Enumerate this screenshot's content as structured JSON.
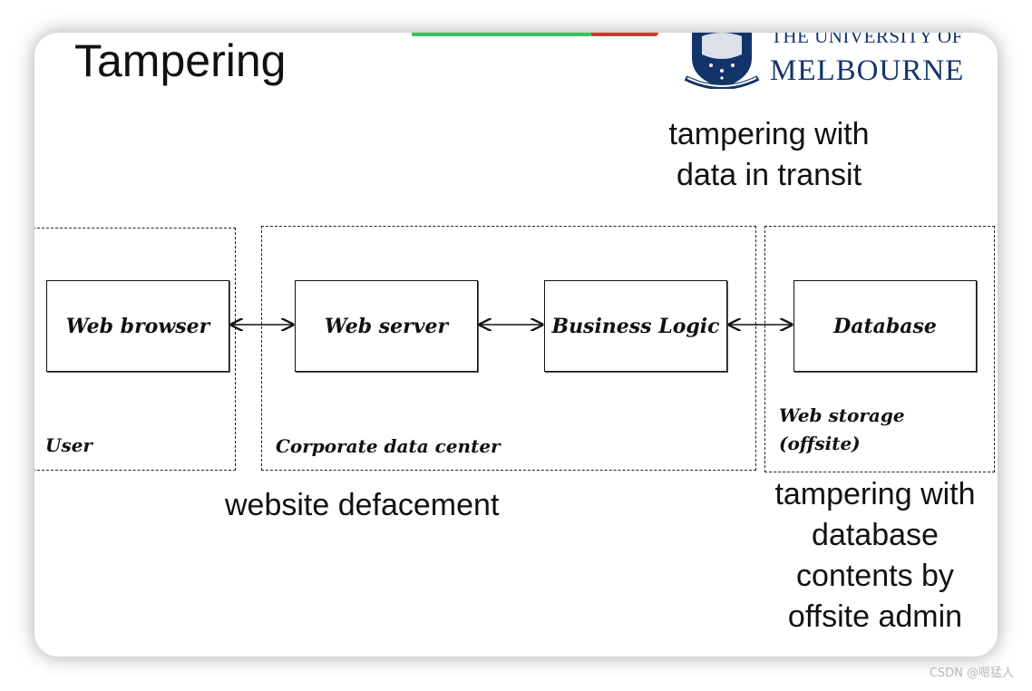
{
  "slide": {
    "title": "Tampering",
    "logo": {
      "line1": "THE UNIVERSITY OF",
      "line2": "MELBOURNE"
    }
  },
  "annotations": {
    "transit": [
      "tampering with",
      "data in transit"
    ],
    "defacement": "website defacement",
    "database": [
      "tampering with",
      "database",
      "contents by",
      "offsite admin"
    ]
  },
  "zones": {
    "user": "User",
    "corporate": "Corporate data center",
    "storage": [
      "Web storage",
      "(offsite)"
    ]
  },
  "boxes": {
    "browser": "Web browser",
    "server": "Web server",
    "logic": "Business Logic",
    "database": "Database"
  },
  "watermark": "CSDN @嗯猛人"
}
